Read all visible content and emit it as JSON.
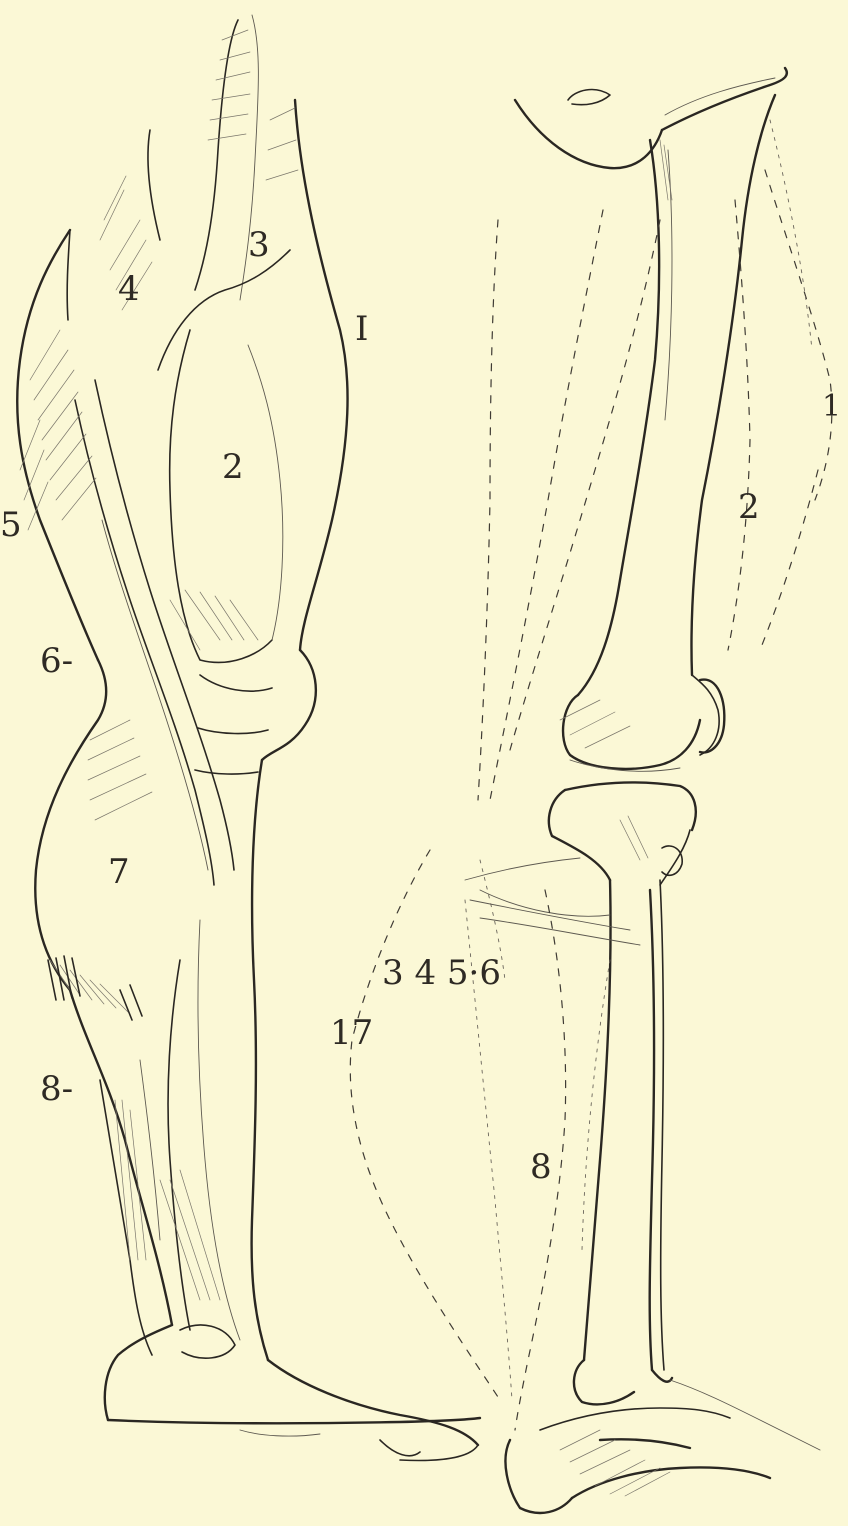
{
  "figure": {
    "left_leg_labels": {
      "l1": "I",
      "l2": "2",
      "l3": "3",
      "l4": "4",
      "l5": "5",
      "l6": "6-",
      "l7": "7",
      "l8": "8-"
    },
    "right_leg_labels": {
      "r1": "1",
      "r2": "2",
      "r3456": "3 4 5·6",
      "r7": "17",
      "r8": "8"
    }
  },
  "colors": {
    "paper": "#fbf8d6",
    "ink": "#2a2722"
  }
}
